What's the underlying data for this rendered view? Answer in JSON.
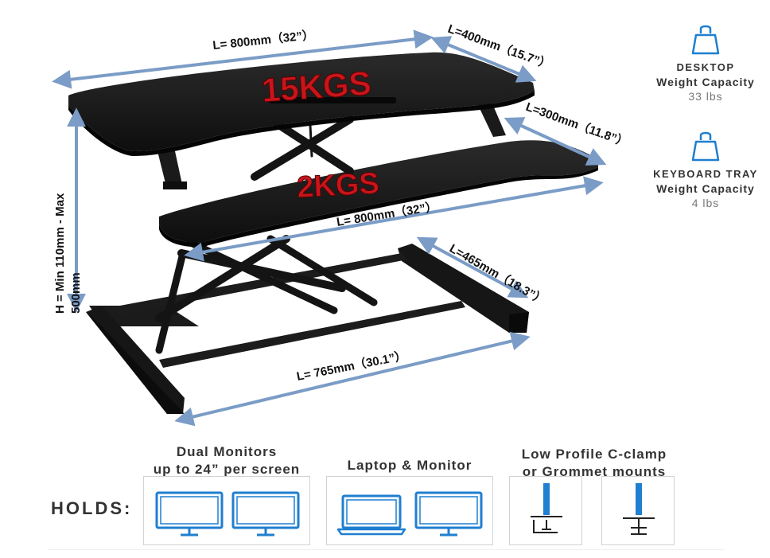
{
  "dimensions": {
    "desktop_width": "L= 800mm（32”）",
    "desktop_depth": "L=400mm（15.7”）",
    "tray_depth": "L=300mm（11.8”）",
    "tray_width": "L= 800mm（32”）",
    "base_depth": "L=465mm（18.3”）",
    "base_width": "L= 765mm（30.1”）",
    "height_line1": "H = Min 110mm - Max",
    "height_line2": "500mm"
  },
  "loads": {
    "desktop": "15KGS",
    "tray": "2KGS"
  },
  "capacity": {
    "desktop": {
      "title": "DESKTOP",
      "subtitle": "Weight Capacity",
      "value": "33 lbs",
      "icon": "weight-bag-icon"
    },
    "tray": {
      "title": "KEYBOARD TRAY",
      "subtitle": "Weight Capacity",
      "value": "4 lbs",
      "icon": "weight-bag-icon"
    }
  },
  "holds": {
    "label": "HOLDS:",
    "groups": [
      {
        "line1": "Dual Monitors",
        "line2": "up to 24” per screen",
        "icons": [
          "monitor-icon",
          "monitor-icon"
        ]
      },
      {
        "line1": "Laptop & Monitor",
        "line2": "",
        "icons": [
          "laptop-icon",
          "monitor-icon"
        ]
      },
      {
        "line1": "Low Profile C-clamp",
        "line2": "or Grommet mounts",
        "icons": [
          "c-clamp-icon",
          "grommet-mount-icon"
        ]
      }
    ]
  },
  "colors": {
    "accent": "#1f7fd0",
    "arrow": "#7a9cc6",
    "desk": "#1a1a1a",
    "label_red": "#c8151b"
  }
}
